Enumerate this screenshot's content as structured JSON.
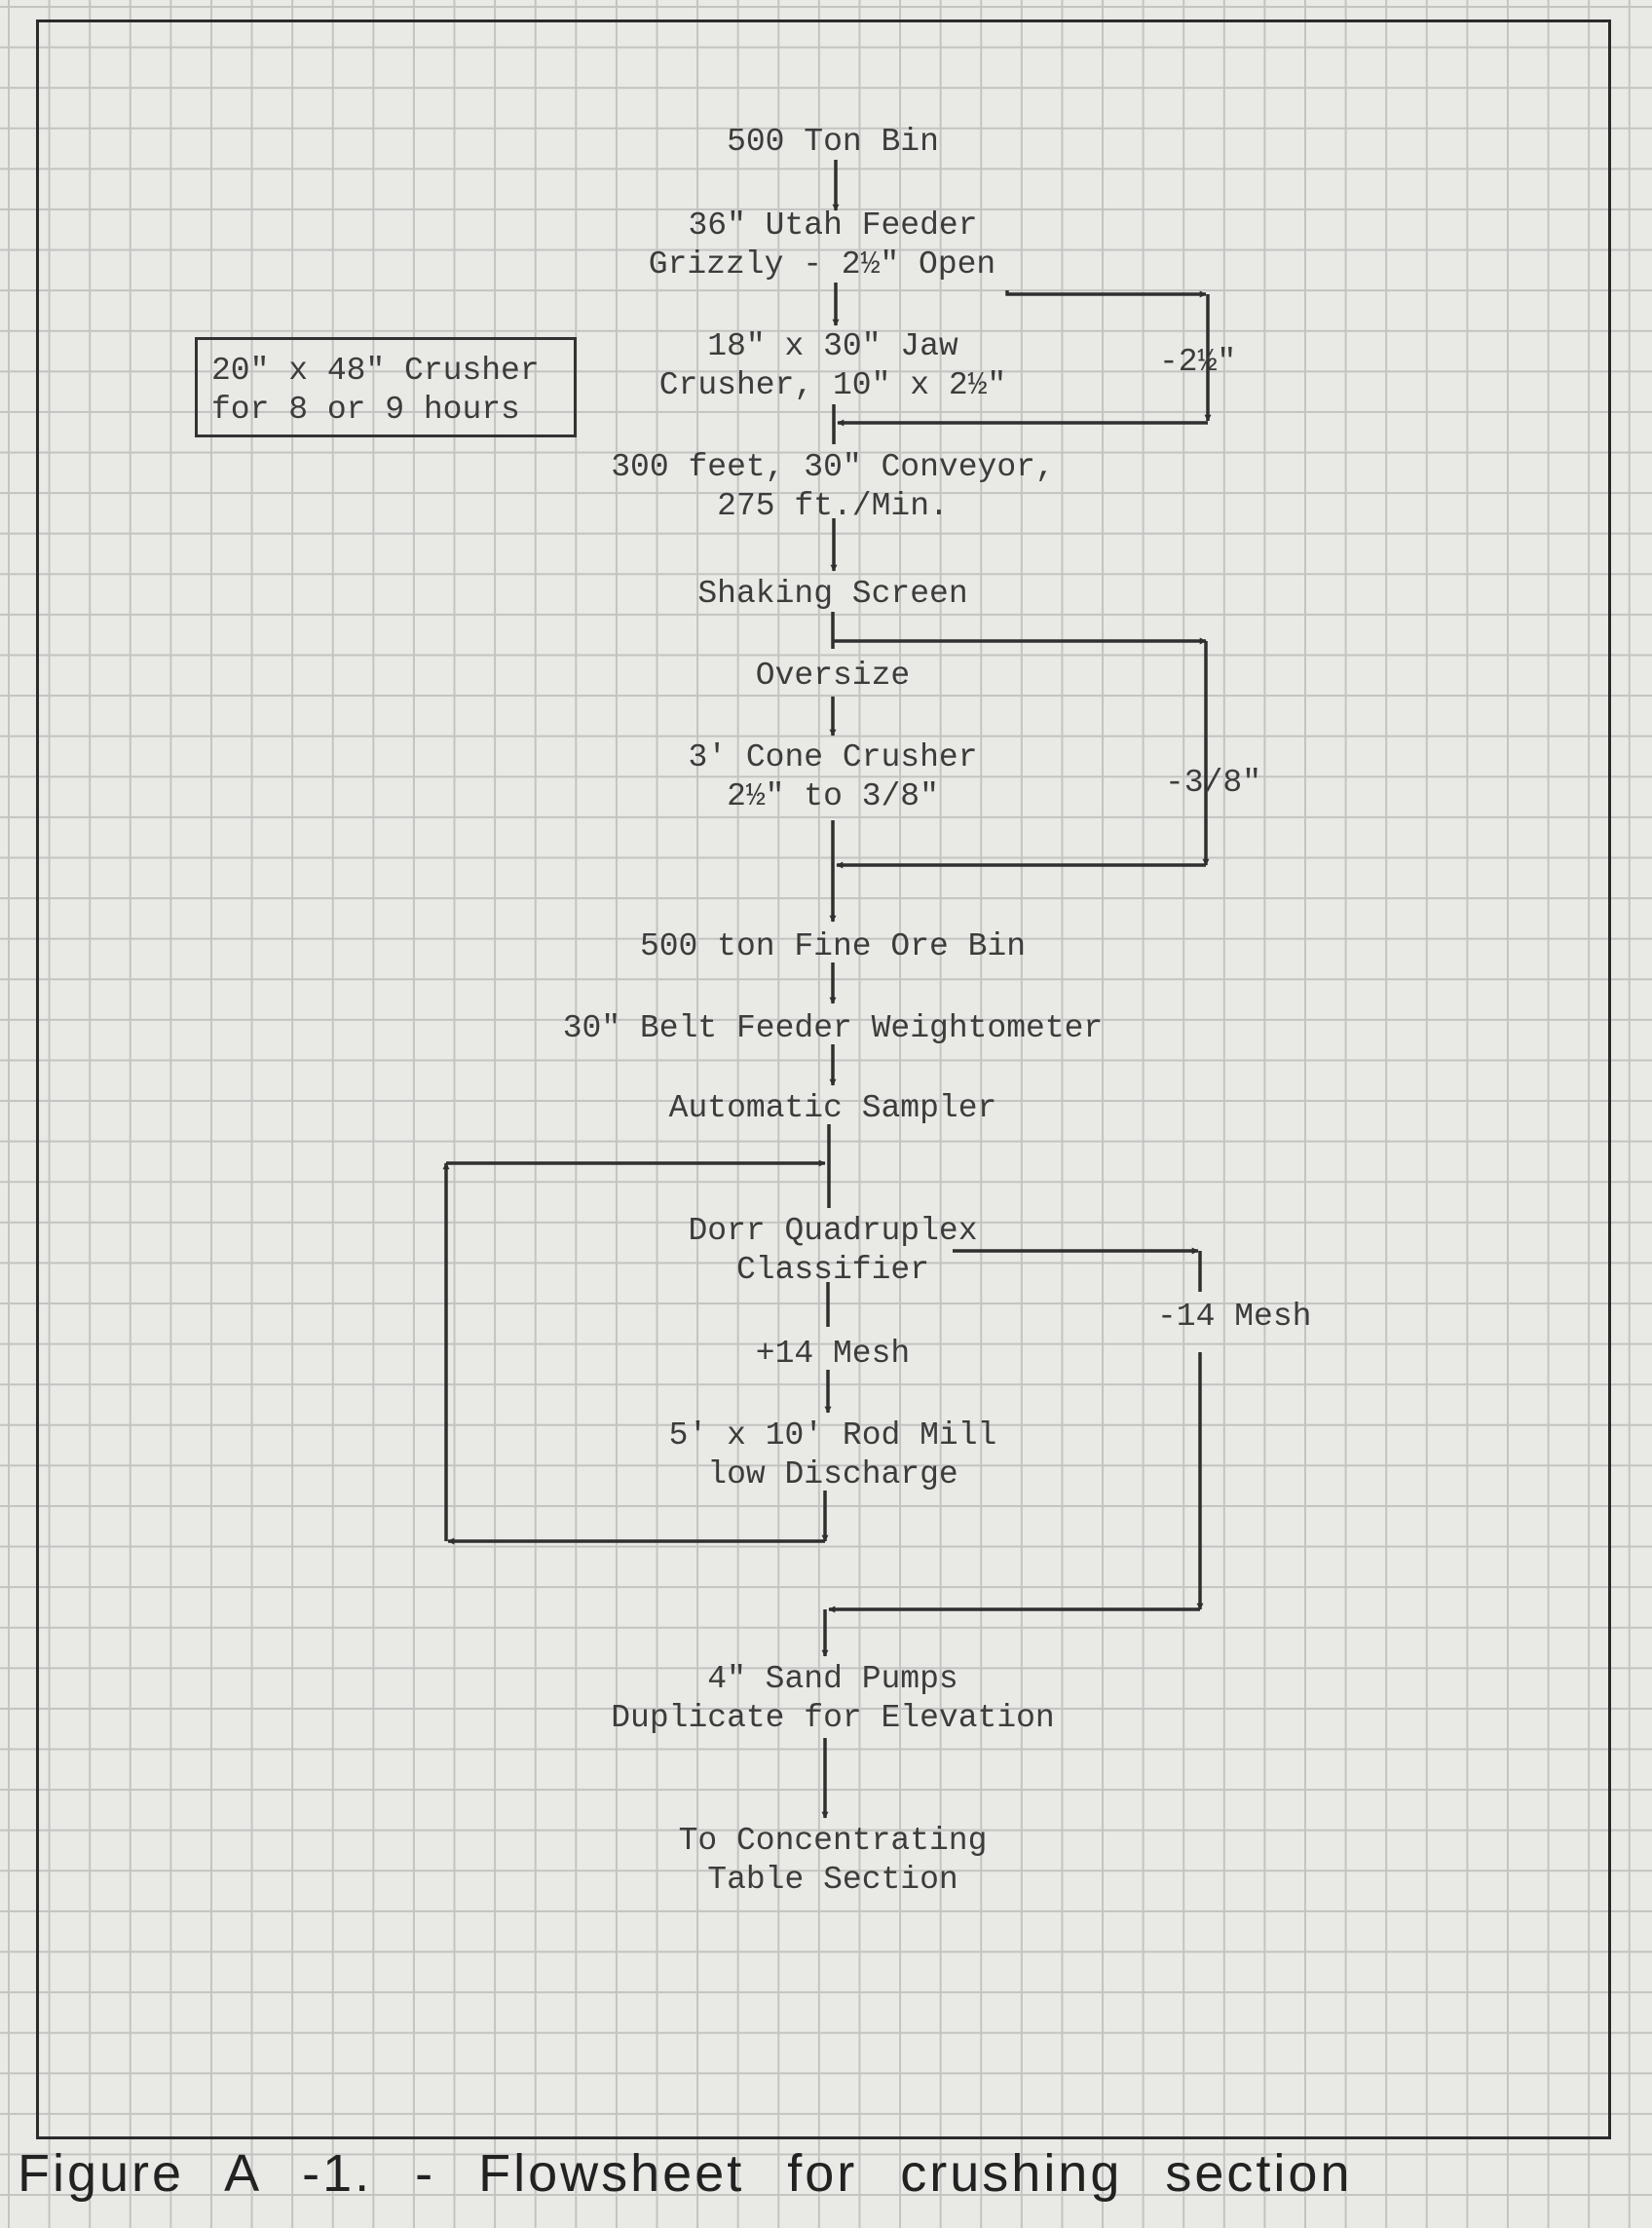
{
  "flow": {
    "s1": [
      "500 Ton Bin"
    ],
    "s2": [
      "36\" Utah Feeder",
      "Grizzly  -  2½\" Open"
    ],
    "s3": [
      "18\" x 30\" Jaw",
      "Crusher, 10\" x 2½\""
    ],
    "s4": [
      "300 feet, 30\" Conveyor,",
      "275 ft./Min."
    ],
    "s5": [
      "Shaking Screen"
    ],
    "s6": [
      "Oversize"
    ],
    "s7": [
      "3' Cone Crusher",
      "2½\" to 3/8\""
    ],
    "s8": [
      "500 ton Fine Ore Bin"
    ],
    "s9": [
      "30\" Belt Feeder Weightometer"
    ],
    "s10": [
      "Automatic Sampler"
    ],
    "s11": [
      "Dorr Quadruplex",
      "Classifier"
    ],
    "s12": [
      "+14 Mesh"
    ],
    "s13": [
      "5' x 10' Rod Mill",
      "low Discharge"
    ],
    "s14": [
      "4\" Sand Pumps",
      "Duplicate for Elevation"
    ],
    "s15": [
      "To Concentrating",
      "Table Section"
    ]
  },
  "bypass": {
    "grizzly_undersize": "-2½\"",
    "screen_undersize": "-3/8\"",
    "classifier_overflow": "-14 Mesh"
  },
  "note": {
    "line1": "20\" x 48\" Crusher",
    "line2": "for 8 or 9 hours"
  },
  "caption": "Figure A -1. - Flowsheet for crushing section",
  "colors": {
    "paper": "#e9e9e6",
    "grid": "#c3c4c1",
    "ink": "#3c3c3c",
    "line": "#2f2f2f"
  }
}
